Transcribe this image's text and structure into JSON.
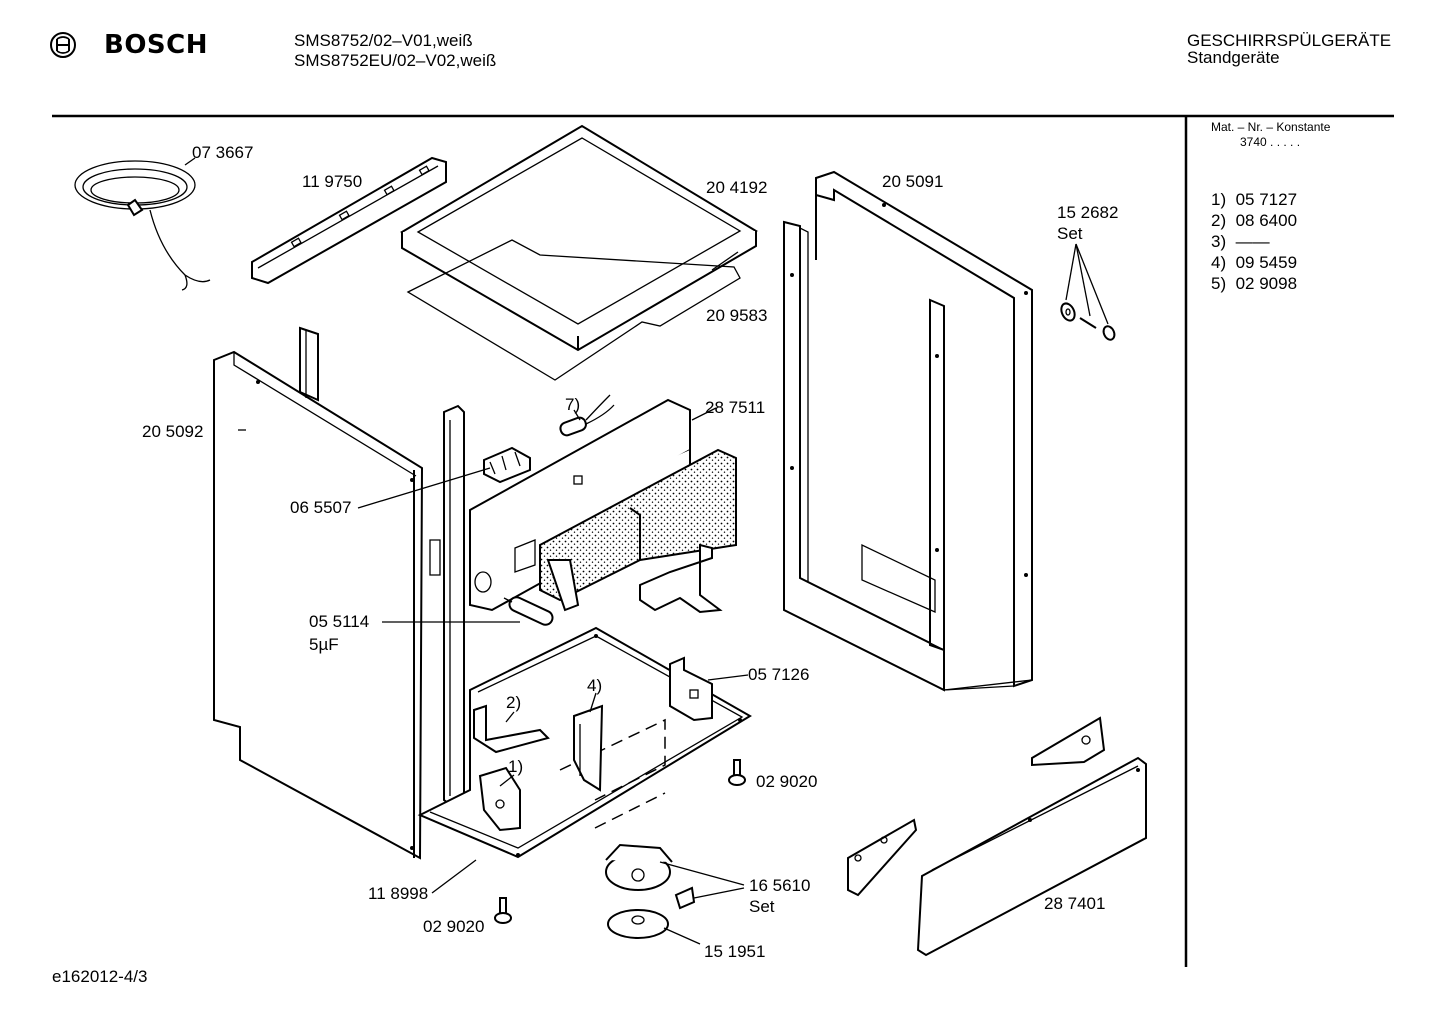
{
  "header": {
    "brand": "BOSCH",
    "model_line_1": "SMS8752/02–V01,weiß",
    "model_line_2": "SMS8752EU/02–V02,weiß",
    "category": "GESCHIRRSPÜLGERÄTE",
    "subcategory": "Standgeräte"
  },
  "sidebar": {
    "mat_nr_label": "Mat. – Nr. – Konstante",
    "mat_nr_value": "3740  .  .  .  .  .",
    "items": [
      {
        "key": "1)",
        "value": "05 7127"
      },
      {
        "key": "2)",
        "value": "08 6400"
      },
      {
        "key": "3)",
        "value": "——"
      },
      {
        "key": "4)",
        "value": "09 5459"
      },
      {
        "key": "5)",
        "value": "02 9098"
      }
    ]
  },
  "parts": {
    "p073667": "07 3667",
    "p119750": "11 9750",
    "p204192": "20 4192",
    "p205091": "20 5091",
    "p152682": "15 2682",
    "p152682_set": "Set",
    "p209583": "20 9583",
    "p287511": "28 7511",
    "p7": "7)",
    "p205092": "20 5092",
    "p065507": "06 5507",
    "p055114": "05 5114",
    "p055114_cap": "5µF",
    "p057126": "05 7126",
    "p4": "4)",
    "p2": "2)",
    "p1": "1)",
    "p029020a": "02 9020",
    "p118998": "11 8998",
    "p029020b": "02 9020",
    "p165610": "16 5610",
    "p165610_set": "Set",
    "p151951": "15 1951",
    "p287401": "28 7401"
  },
  "footer": {
    "code": "e162012-4/3"
  }
}
